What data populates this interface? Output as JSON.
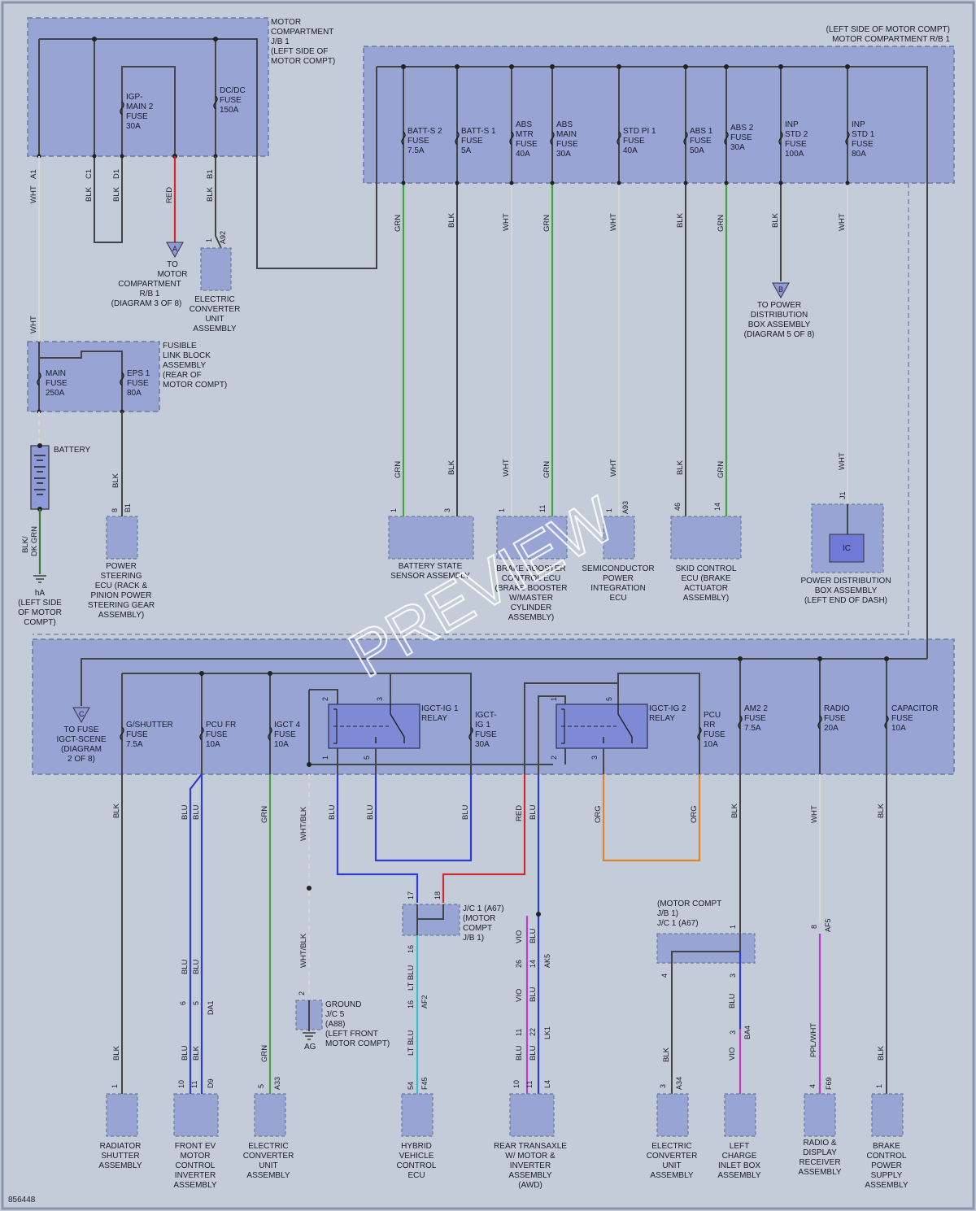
{
  "figure_id": "856448",
  "watermark": "PREVIEW",
  "jb_left": {
    "title": [
      "MOTOR",
      "COMPARTMENT",
      "J/B 1",
      "(LEFT SIDE OF",
      "MOTOR COMPT)"
    ],
    "fuses": [
      [
        "IGP-",
        "MAIN 2",
        "FUSE",
        "30A"
      ],
      [
        "DC/DC",
        "FUSE",
        "150A"
      ]
    ]
  },
  "rb_right": {
    "title": [
      "(LEFT SIDE OF MOTOR COMPT)",
      "MOTOR COMPARTMENT R/B 1"
    ],
    "fuses": [
      [
        "BATT-S 2",
        "FUSE",
        "7.5A"
      ],
      [
        "BATT-S 1",
        "FUSE",
        "5A"
      ],
      [
        "ABS",
        "MTR",
        "FUSE",
        "40A"
      ],
      [
        "ABS",
        "MAIN",
        "FUSE",
        "30A"
      ],
      [
        "STD PI 1",
        "FUSE",
        "40A"
      ],
      [
        "ABS 1",
        "FUSE",
        "50A"
      ],
      [
        "ABS 2",
        "FUSE",
        "30A"
      ],
      [
        "INP",
        "STD 2",
        "FUSE",
        "100A"
      ],
      [
        "INP",
        "STD 1",
        "FUSE",
        "80A"
      ]
    ],
    "wires": [
      "GRN",
      "BLK",
      "WHT",
      "GRN",
      "WHT",
      "BLK",
      "GRN",
      "BLK",
      "WHT"
    ]
  },
  "left_wires": {
    "A1": "WHT",
    "C1": "BLK",
    "D1": "BLK",
    "red": "RED",
    "B1": "BLK",
    "pin_a1": "A1",
    "pin_c1": "C1",
    "pin_d1": "D1",
    "pin_b1": "B1",
    "a92_pin": "1",
    "a92": "A92",
    "wht_mid": "WHT",
    "blk_eps": "BLK",
    "eps_pin": "8",
    "eps_conn": "B1",
    "bat_wire": [
      "BLK/",
      "DK GRN"
    ]
  },
  "to_rb1": {
    "marker": "A",
    "text": [
      "TO",
      "MOTOR",
      "COMPARTMENT",
      "R/B 1",
      "(DIAGRAM 3 OF 8)"
    ]
  },
  "to_power_box": {
    "marker": "B",
    "text": [
      "TO POWER",
      "DISTRIBUTION",
      "BOX ASSEMBLY",
      "(DIAGRAM 5 OF 8)"
    ]
  },
  "conv_upper": [
    "ELECTRIC",
    "CONVERTER",
    "UNIT",
    "ASSEMBLY"
  ],
  "fusible": {
    "title": [
      "FUSIBLE",
      "LINK BLOCK",
      "ASSEMBLY",
      "(REAR OF",
      "MOTOR COMPT)"
    ],
    "fuses": [
      [
        "MAIN",
        "FUSE",
        "250A"
      ],
      [
        "EPS 1",
        "FUSE",
        "80A"
      ]
    ]
  },
  "battery": "BATTERY",
  "ground_ha": [
    "hA",
    "(LEFT SIDE",
    "OF MOTOR",
    "COMPT)"
  ],
  "eps_ecu": [
    "POWER",
    "STEERING",
    "ECU (RACK &",
    "PINION POWER",
    "STEERING GEAR",
    "ASSEMBLY)"
  ],
  "mid_components": {
    "battery_sensor": [
      "BATTERY STATE",
      "SENSOR ASSEMBLY"
    ],
    "brake_booster": [
      "BRAKE BOOSTER",
      "CONTROL ECU",
      "(BRAKE BOOSTER",
      "W/MASTER",
      "CYLINDER",
      "ASSEMBLY)"
    ],
    "semiconductor": [
      "SEMICONDUCTOR",
      "POWER",
      "INTEGRATION",
      "ECU"
    ],
    "skid": [
      "SKID CONTROL",
      "ECU (BRAKE",
      "ACTUATOR",
      "ASSEMBLY)"
    ],
    "pdb": [
      "POWER DISTRIBUTION",
      "BOX ASSEMBLY",
      "(LEFT END OF DASH)"
    ],
    "pdb_ic": "IC",
    "pins": {
      "bs1": "1",
      "bs3": "3",
      "bb1": "1",
      "bb11": "11",
      "se1": "1",
      "se_conn": "A93",
      "sk46": "46",
      "sk14": "14",
      "pd_conn": "J1"
    },
    "mid_wires": [
      "GRN",
      "BLK",
      "WHT",
      "GRN",
      "WHT",
      "BLK",
      "GRN",
      "WHT"
    ]
  },
  "jb_lower": {
    "to_fuse": {
      "marker": "C",
      "text": [
        "TO FUSE",
        "IGCT-SCENE",
        "(DIAGRAM",
        "2 OF 8)"
      ]
    },
    "fuses": [
      [
        "G/SHUTTER",
        "FUSE",
        "7.5A"
      ],
      [
        "PCU FR",
        "FUSE",
        "10A"
      ],
      [
        "IGCT 4",
        "FUSE",
        "10A"
      ],
      [
        "IGCT-",
        "IG 1",
        "FUSE",
        "30A"
      ],
      [
        "PCU",
        "RR",
        "FUSE",
        "10A"
      ],
      [
        "AM2 2",
        "FUSE",
        "7.5A"
      ],
      [
        "RADIO",
        "FUSE",
        "20A"
      ],
      [
        "CAPACITOR",
        "FUSE",
        "10A"
      ]
    ],
    "relays": [
      [
        "IGCT-IG 1",
        "RELAY"
      ],
      [
        "IGCT-IG 2",
        "RELAY"
      ]
    ],
    "relay_pins": [
      "2",
      "3",
      "1",
      "5",
      "5",
      "3",
      "2",
      "1"
    ]
  },
  "lower_wires": {
    "labels": [
      "BLK",
      "BLU",
      "BLU",
      "GRN",
      "WHT/BLK",
      "BLU",
      "BLU",
      "BLU",
      "RED",
      "BLU",
      "ORG",
      "ORG",
      "BLK",
      "WHT",
      "BLK"
    ],
    "jc1_pins": [
      "17",
      "18",
      "16"
    ],
    "jc1": [
      "J/C 1 (A67)",
      "(MOTOR",
      "COMPT",
      "J/B 1)"
    ],
    "jc1_right": [
      "(MOTOR COMPT",
      "J/B 1)",
      "J/C 1 (A67)"
    ],
    "jc1r_pins": [
      "1",
      "4",
      "3"
    ],
    "ground_jc5": [
      "GROUND",
      "J/C 5",
      "(A88)",
      "(LEFT FRONT",
      "MOTOR COMPT)"
    ],
    "ag": "AG",
    "jc5_pin": "2",
    "wht_blk2": "WHT/BLK",
    "da1": [
      "BLU",
      "BLU",
      "6",
      "5",
      "DA1"
    ],
    "d9": [
      "BLU",
      "BLK",
      "10",
      "11",
      "D9"
    ],
    "af2": [
      "LT BLU",
      "16",
      "AF2"
    ],
    "f45": [
      "LT BLU",
      "54",
      "F45"
    ],
    "ak5": [
      "VIO",
      "BLU",
      "26",
      "14",
      "AK5"
    ],
    "lk1": [
      "VIO",
      "BLU",
      "11",
      "22",
      "LK1"
    ],
    "l4": [
      "BLU",
      "BLU",
      "10",
      "11",
      "L4"
    ],
    "a34": [
      "BLK",
      "3",
      "A34"
    ],
    "ba4": [
      "BLU",
      "VIO",
      "3",
      "BA4"
    ],
    "af5": [
      "8",
      "AF5"
    ],
    "f69": [
      "PPL/WHT",
      "4",
      "F69"
    ],
    "a33": [
      "GRN",
      "5",
      "A33"
    ],
    "rad": [
      "BLK",
      "1"
    ],
    "bcp": [
      "BLK",
      "1"
    ]
  },
  "bottom_components": [
    [
      "RADIATOR",
      "SHUTTER",
      "ASSEMBLY"
    ],
    [
      "FRONT EV",
      "MOTOR",
      "CONTROL",
      "INVERTER",
      "ASSEMBLY"
    ],
    [
      "ELECTRIC",
      "CONVERTER",
      "UNIT",
      "ASSEMBLY"
    ],
    [
      "HYBRID",
      "VEHICLE",
      "CONTROL",
      "ECU"
    ],
    [
      "REAR TRANSAXLE",
      "W/ MOTOR &",
      "INVERTER",
      "ASSEMBLY",
      "(AWD)"
    ],
    [
      "ELECTRIC",
      "CONVERTER",
      "UNIT",
      "ASSEMBLY"
    ],
    [
      "LEFT",
      "CHARGE",
      "INLET BOX",
      "ASSEMBLY"
    ],
    [
      "RADIO &",
      "DISPLAY",
      "RECEIVER",
      "ASSEMBLY"
    ],
    [
      "BRAKE",
      "CONTROL",
      "POWER",
      "SUPPLY",
      "ASSEMBLY"
    ]
  ]
}
